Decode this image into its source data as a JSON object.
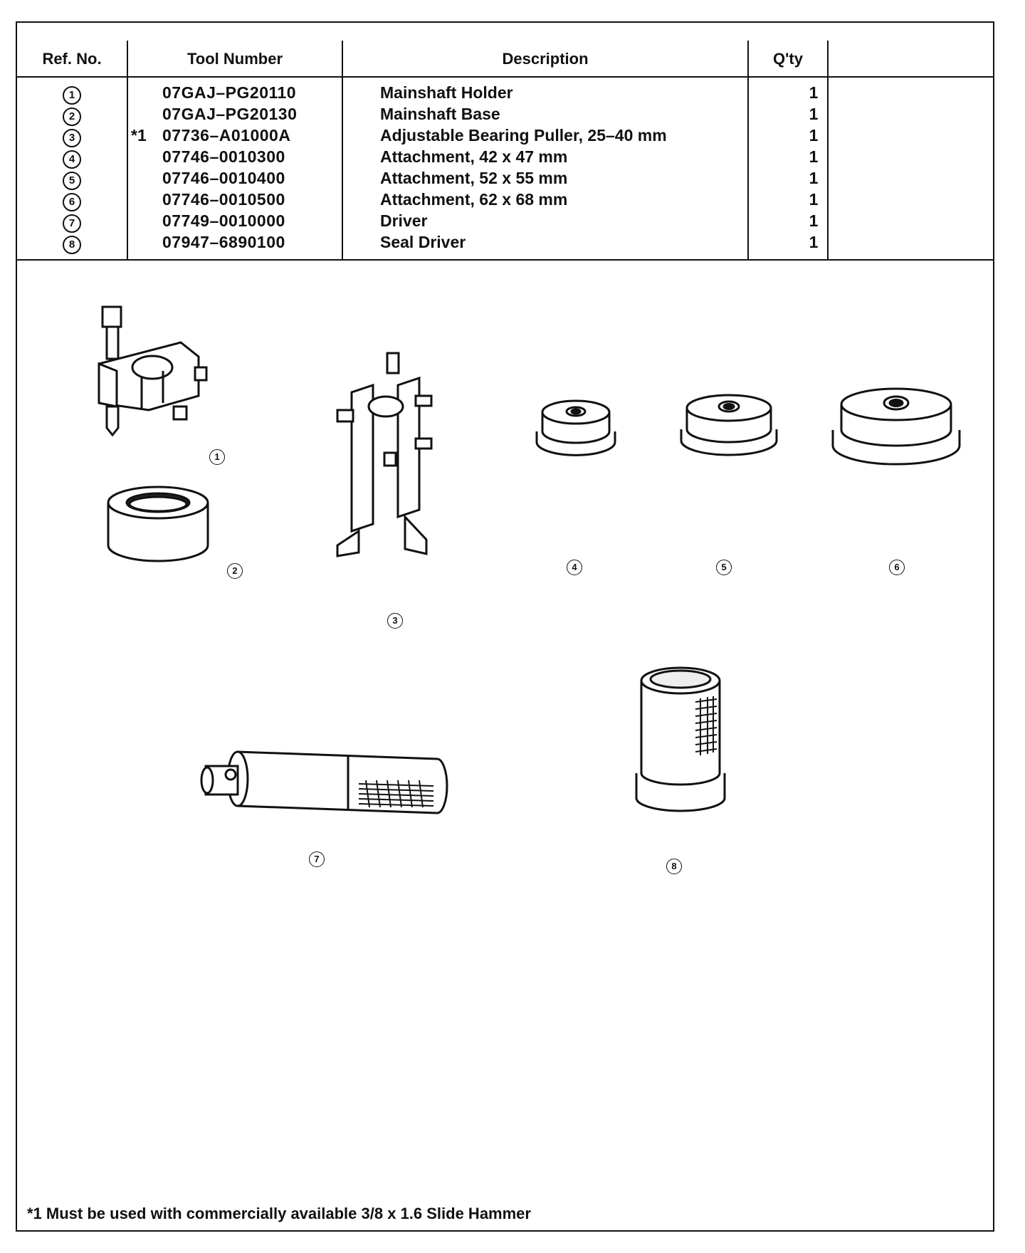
{
  "table": {
    "headers": {
      "ref_no": "Ref. No.",
      "tool_number": "Tool Number",
      "description": "Description",
      "qty": "Q'ty"
    },
    "rows": [
      {
        "ref": "1",
        "note": "",
        "tool": "07GAJ–PG20110",
        "desc": "Mainshaft Holder",
        "qty": "1"
      },
      {
        "ref": "2",
        "note": "",
        "tool": "07GAJ–PG20130",
        "desc": "Mainshaft Base",
        "qty": "1"
      },
      {
        "ref": "3",
        "note": "*1",
        "tool": "07736–A01000A",
        "desc": "Adjustable Bearing Puller, 25–40 mm",
        "qty": "1"
      },
      {
        "ref": "4",
        "note": "",
        "tool": "07746–0010300",
        "desc": "Attachment, 42 x 47 mm",
        "qty": "1"
      },
      {
        "ref": "5",
        "note": "",
        "tool": "07746–0010400",
        "desc": "Attachment, 52 x 55 mm",
        "qty": "1"
      },
      {
        "ref": "6",
        "note": "",
        "tool": "07746–0010500",
        "desc": "Attachment, 62 x 68 mm",
        "qty": "1"
      },
      {
        "ref": "7",
        "note": "",
        "tool": "07749–0010000",
        "desc": "Driver",
        "qty": "1"
      },
      {
        "ref": "8",
        "note": "",
        "tool": "07947–6890100",
        "desc": "Seal Driver",
        "qty": "1"
      }
    ]
  },
  "callouts": [
    "1",
    "2",
    "3",
    "4",
    "5",
    "6",
    "7",
    "8"
  ],
  "footnote": "*1 Must be used with commercially available 3/8 x 1.6 Slide Hammer"
}
